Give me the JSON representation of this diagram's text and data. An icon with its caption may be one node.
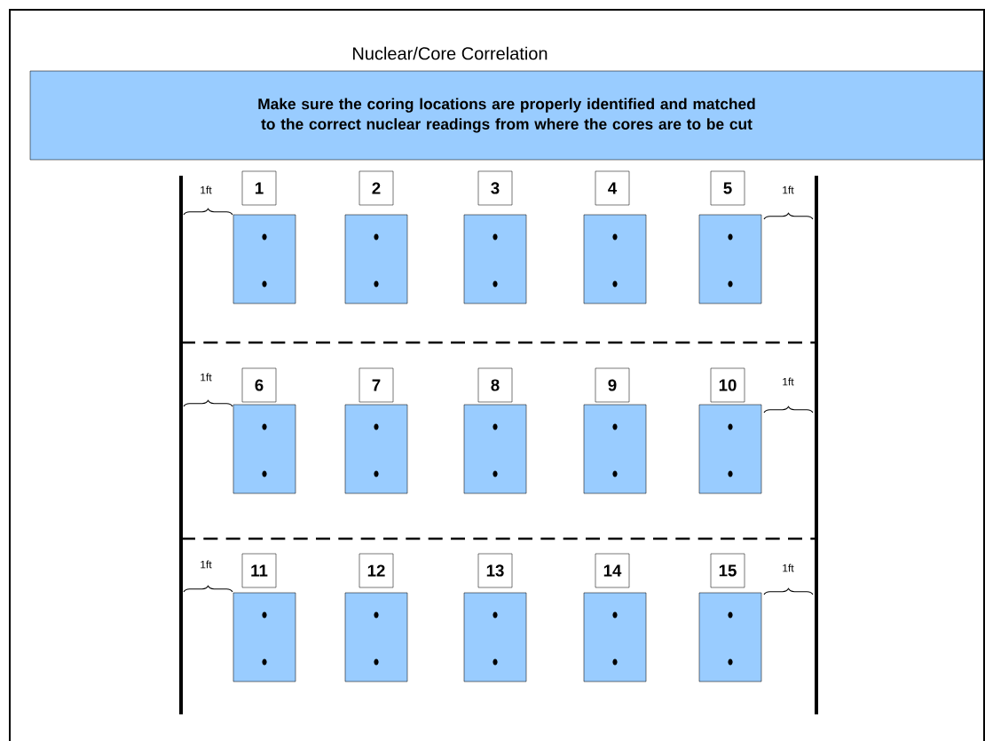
{
  "diagram": {
    "title": "Nuclear/Core Correlation",
    "nodes": [
      {
        "text": [
          "Make sure the coring locations are properly identified and matched to the correct nuclear readings from where the cores are to be cut"
        ]
      },
      {
        "text": [
          "1"
        ]
      },
      {
        "text": [
          "2"
        ]
      },
      {
        "text": [
          "3"
        ]
      },
      {
        "text": [
          "4"
        ]
      },
      {
        "text": [
          "5"
        ]
      },
      {
        "text": [
          "6"
        ]
      },
      {
        "text": [
          "7"
        ]
      },
      {
        "text": [
          "8"
        ]
      },
      {
        "text": [
          "9"
        ]
      },
      {
        "text": [
          "10"
        ]
      },
      {
        "text": [
          "11"
        ]
      },
      {
        "text": [
          "12"
        ]
      },
      {
        "text": [
          "13"
        ]
      },
      {
        "text": [
          "14"
        ]
      },
      {
        "text": [
          "15"
        ]
      },
      {
        "text": [],
        "shape": "box"
      },
      {
        "text": [],
        "shape": "box"
      },
      {
        "text": [],
        "shape": "box"
      },
      {
        "text": [],
        "shape": "box"
      },
      {
        "text": [],
        "shape": "box"
      },
      {
        "text": [],
        "shape": "box"
      },
      {
        "text": [],
        "shape": "box"
      },
      {
        "text": [],
        "shape": "box"
      },
      {
        "text": [],
        "shape": "box"
      },
      {
        "text": [],
        "shape": "box"
      },
      {
        "text": [],
        "shape": "box"
      },
      {
        "text": [],
        "shape": "box"
      },
      {
        "text": [],
        "shape": "box"
      },
      {
        "text": [],
        "shape": "box"
      },
      {
        "text": [],
        "shape": "box"
      }
    ],
    "labels": [
      "1ft",
      "1ft",
      "1ft",
      "1ft",
      "1ft",
      "1ft"
    ]
  }
}
